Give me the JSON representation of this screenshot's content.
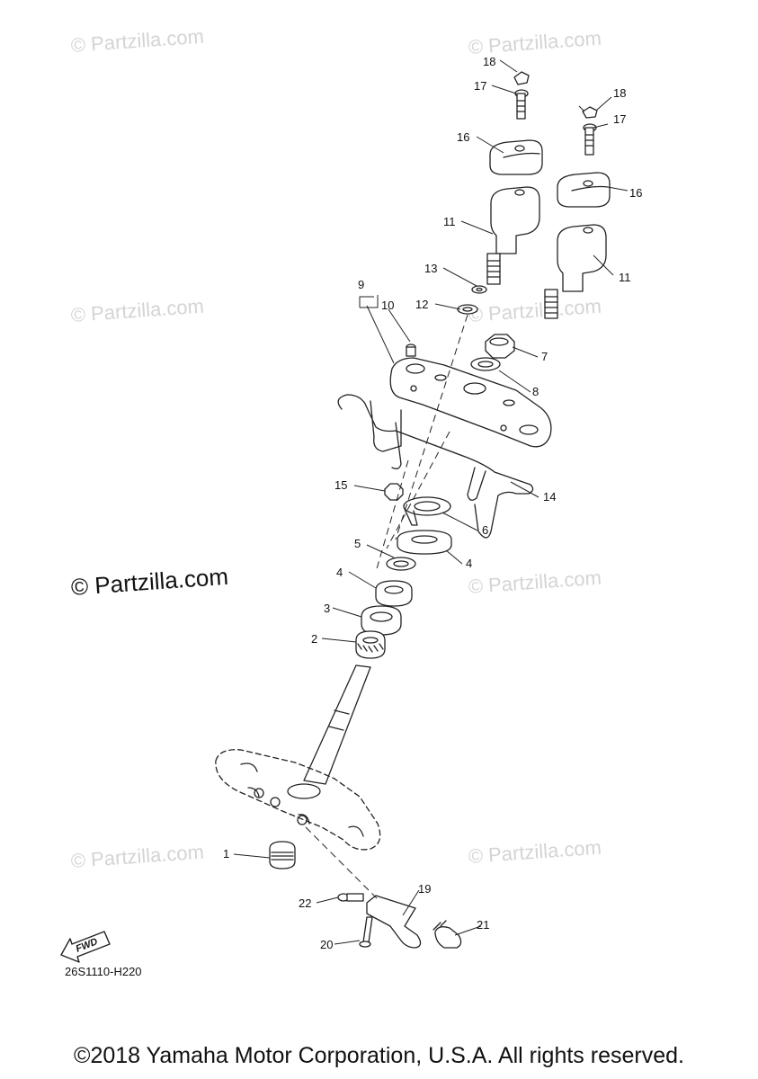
{
  "watermark_text": "© Partzilla.com",
  "watermark_large_text": "© Partzilla.com",
  "diagram_code": "26S1110-H220",
  "fwd_label": "FWD",
  "copyright": "©2018 Yamaha Motor Corporation, U.S.A. All rights reserved.",
  "callouts": [
    "18",
    "17",
    "16",
    "11",
    "13",
    "12",
    "9",
    "10",
    "7",
    "8",
    "15",
    "14",
    "6",
    "5",
    "4",
    "3",
    "2",
    "1",
    "22",
    "20",
    "19",
    "21"
  ],
  "colors": {
    "line": "#222222",
    "watermark": "#d4d4d4",
    "background": "#ffffff"
  }
}
